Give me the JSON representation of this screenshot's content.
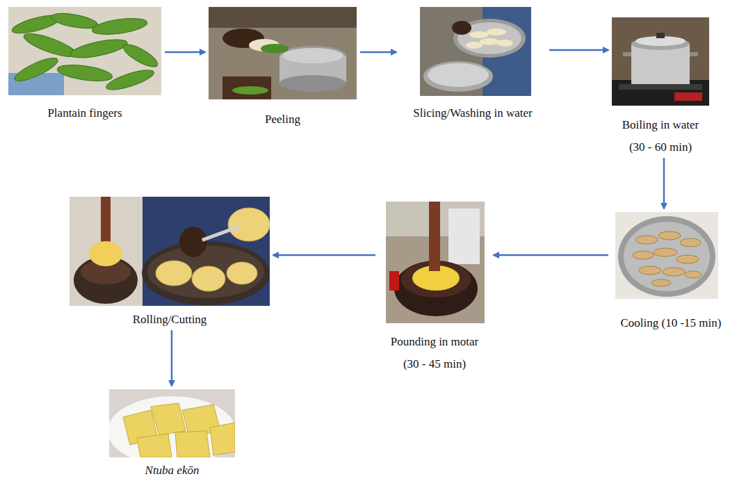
{
  "diagram": {
    "nodes": [
      {
        "text": [
          "Plantain fingers"
        ]
      },
      {
        "text": [
          "Peeling"
        ]
      },
      {
        "text": [
          "Slicing/Washing in water"
        ]
      },
      {
        "text": [
          "Boiling in water",
          "(30 - 60 min)"
        ]
      },
      {
        "text": [
          "Cooling (10 -15 min)"
        ]
      },
      {
        "text": [
          "Pounding in motar",
          "(30 - 45 min)"
        ]
      },
      {
        "text": [
          "Rolling/Cutting"
        ]
      },
      {
        "text": [
          "Ntuba ekōn"
        ]
      }
    ],
    "edges": [
      {
        "from": 0,
        "to": 1,
        "arrow": "to"
      },
      {
        "from": 1,
        "to": 2,
        "arrow": "to"
      },
      {
        "from": 2,
        "to": 3,
        "arrow": "to"
      },
      {
        "from": 3,
        "to": 4,
        "arrow": "to"
      },
      {
        "from": 4,
        "to": 5,
        "arrow": "to"
      },
      {
        "from": 5,
        "to": 6,
        "arrow": "to"
      },
      {
        "from": 6,
        "to": 7,
        "arrow": "to"
      }
    ]
  }
}
